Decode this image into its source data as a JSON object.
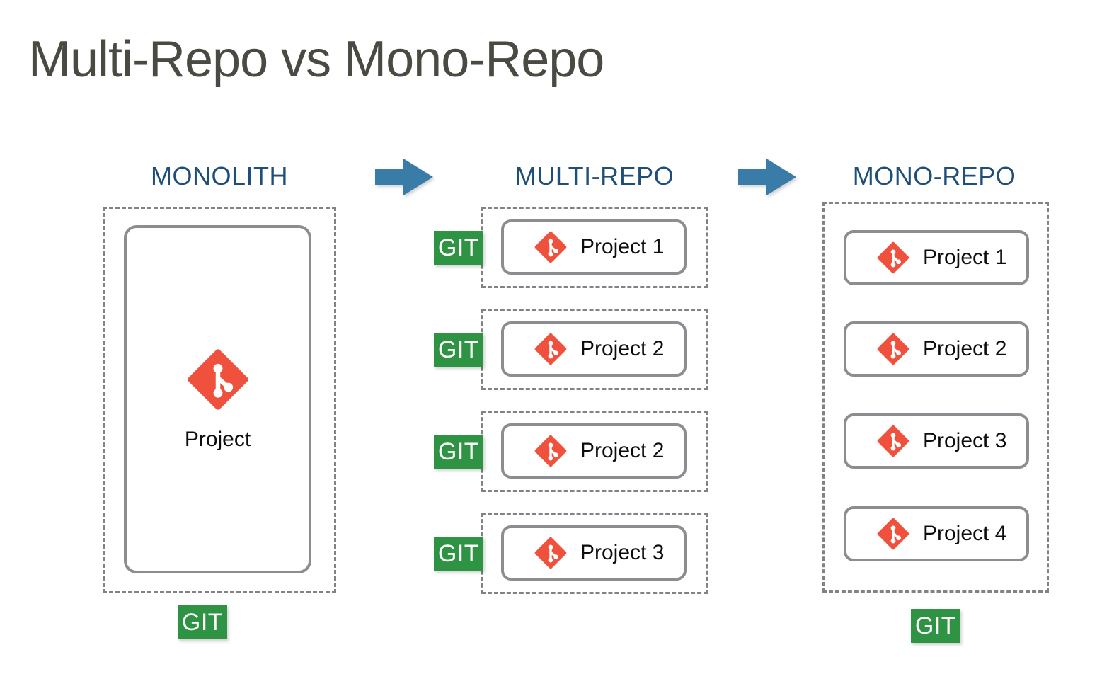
{
  "title": "Multi-Repo vs Mono-Repo",
  "colors": {
    "title_text": "#4a4a42",
    "header_text": "#1f4e79",
    "arrow_blue": "#3a7ca8",
    "git_green": "#2e9443",
    "git_logo_red": "#f0513c",
    "dashed_border": "#808285",
    "solid_border": "#8b8d91",
    "label_text": "#0d0d0d",
    "background": "#ffffff"
  },
  "columns": {
    "monolith": {
      "header": "MONOLITH",
      "project_label": "Project",
      "git_badge": "GIT",
      "icon": "git-logo-icon"
    },
    "multirepo": {
      "header": "MULTI-REPO",
      "items": [
        {
          "label": "Project 1",
          "git_badge": "GIT",
          "icon": "git-logo-icon"
        },
        {
          "label": "Project 2",
          "git_badge": "GIT",
          "icon": "git-logo-icon"
        },
        {
          "label": "Project 2",
          "git_badge": "GIT",
          "icon": "git-logo-icon"
        },
        {
          "label": "Project 3",
          "git_badge": "GIT",
          "icon": "git-logo-icon"
        }
      ]
    },
    "monorepo": {
      "header": "MONO-REPO",
      "items": [
        {
          "label": "Project 1",
          "icon": "git-logo-icon"
        },
        {
          "label": "Project 2",
          "icon": "git-logo-icon"
        },
        {
          "label": "Project 3",
          "icon": "git-logo-icon"
        },
        {
          "label": "Project 4",
          "icon": "git-logo-icon"
        }
      ],
      "git_badge": "GIT"
    }
  },
  "arrows": [
    {
      "name": "arrow-monolith-to-multirepo",
      "direction": "right"
    },
    {
      "name": "arrow-multirepo-to-monorepo",
      "direction": "right"
    }
  ]
}
